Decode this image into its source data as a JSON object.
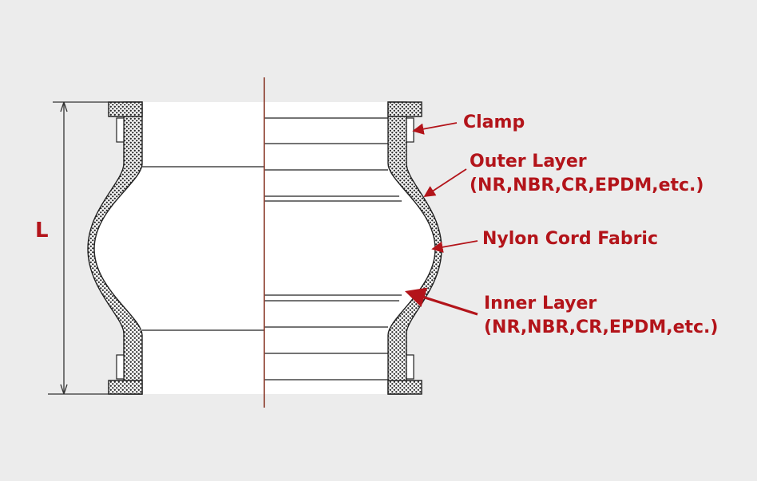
{
  "dimension_label": "L",
  "labels": {
    "clamp": "Clamp",
    "outer_layer": {
      "title": "Outer Layer",
      "materials": "(NR,NBR,CR,EPDM,etc.)"
    },
    "nylon_cord": "Nylon Cord Fabric",
    "inner_layer": {
      "title": "Inner Layer",
      "materials": "(NR,NBR,CR,EPDM,etc.)"
    }
  },
  "colors": {
    "accent": "#b3141a",
    "line": "#222222",
    "background": "#ececec"
  }
}
